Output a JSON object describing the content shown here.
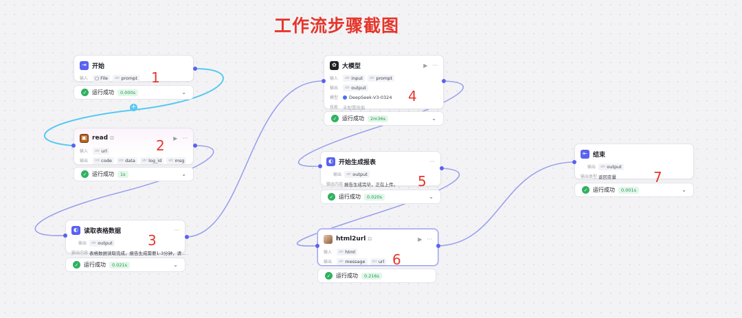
{
  "title": "工作流步骤截图",
  "labels": {
    "input": "输入",
    "output": "输出",
    "model": "模型",
    "skill": "技能",
    "output_content": "输出内容",
    "output_type": "输出类型"
  },
  "status_text": "运行成功",
  "nodes": {
    "start": {
      "title": "开始",
      "inputs": [
        {
          "type": "",
          "name": "File"
        },
        {
          "type": "str",
          "name": "prompt"
        }
      ],
      "time": "0.000s",
      "step": "1"
    },
    "read": {
      "title": "read",
      "mark": "⊡",
      "inputs": [
        {
          "type": "str",
          "name": "url"
        }
      ],
      "outputs": [
        {
          "type": "int",
          "name": "code"
        },
        {
          "type": "str",
          "name": "data"
        },
        {
          "type": "str",
          "name": "log_id"
        },
        {
          "type": "str",
          "name": "msg"
        }
      ],
      "time": "1s",
      "step": "2"
    },
    "read_table": {
      "title": "读取表格数据",
      "outputs": [
        {
          "type": "str",
          "name": "output"
        }
      ],
      "output_content": "表格数据读取完成，报告生成需要1-3分钟，请…",
      "time": "0.021s",
      "step": "3"
    },
    "llm": {
      "title": "大模型",
      "inputs": [
        {
          "type": "str",
          "name": "input"
        },
        {
          "type": "str",
          "name": "prompt"
        }
      ],
      "outputs": [
        {
          "type": "str",
          "name": "output"
        }
      ],
      "model": "DeepSeek-V3-0324",
      "skill": "未配置技能",
      "time": "2m36s",
      "step": "4"
    },
    "report": {
      "title": "开始生成报表",
      "outputs": [
        {
          "type": "str",
          "name": "output"
        }
      ],
      "output_content": "报告生成完毕，正在上传。",
      "time": "0.020s",
      "step": "5"
    },
    "html2url": {
      "title": "html2url",
      "mark": "⊡",
      "inputs": [
        {
          "type": "str",
          "name": "html"
        }
      ],
      "outputs": [
        {
          "type": "str",
          "name": "message"
        },
        {
          "type": "str",
          "name": "url"
        }
      ],
      "time": "0.216s",
      "step": "6"
    },
    "end": {
      "title": "结束",
      "outputs": [
        {
          "type": "str",
          "name": "output"
        }
      ],
      "output_type": "返回变量",
      "time": "0.001s",
      "step": "7"
    }
  },
  "colors": {
    "accent": "#5a62ee",
    "edge": "#9aa0ec",
    "active_edge": "#57c8f2",
    "success": "#2fb160",
    "annotation": "#e7352b"
  }
}
